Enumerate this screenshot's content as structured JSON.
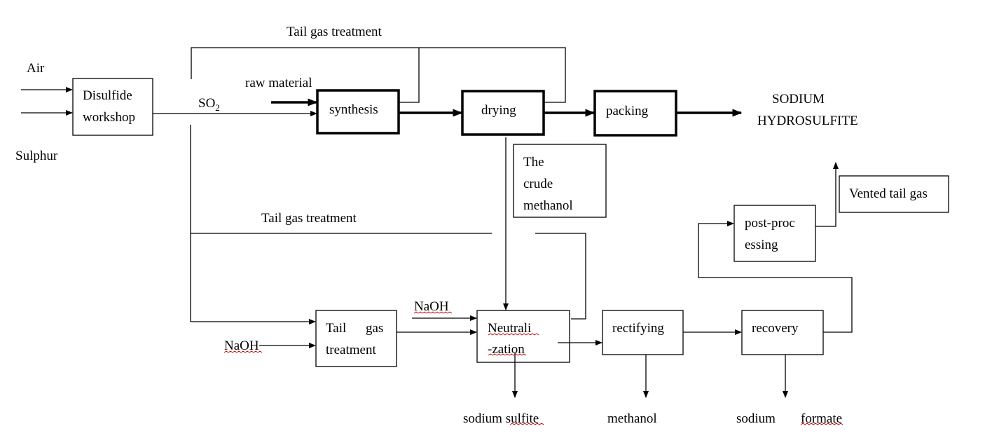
{
  "inputs": {
    "air": "Air",
    "sulphur": "Sulphur",
    "so2_main": "SO",
    "so2_sub": "2",
    "raw_material": "raw material",
    "naoh_left": "NaOH",
    "naoh_top": "NaOH"
  },
  "boxes": {
    "disulfide_line1": "Disulfide",
    "disulfide_line2": "workshop",
    "synthesis": "synthesis",
    "drying": "drying",
    "packing": "packing",
    "crude_line1": "The",
    "crude_line2": "crude",
    "crude_line3": "methanol",
    "tail_gas_box_line1a": "Tail",
    "tail_gas_box_line1b": "gas",
    "tail_gas_box_line2": "treatment",
    "neutralization_line1": "Neutrali",
    "neutralization_line2": "-zation",
    "rectifying": "rectifying",
    "recovery": "recovery",
    "postproc_line1": "post-proc",
    "postproc_line2": "essing",
    "vented": "Vented tail gas"
  },
  "labels": {
    "tail_gas_top": "Tail gas treatment",
    "tail_gas_mid": "Tail gas treatment",
    "product_line1": "SODIUM",
    "product_line2": "HYDROSULFITE"
  },
  "outputs": {
    "sodium_sulfite": "sodium sulfite",
    "methanol": "methanol",
    "sodium": "sodium",
    "formate": "formate"
  }
}
